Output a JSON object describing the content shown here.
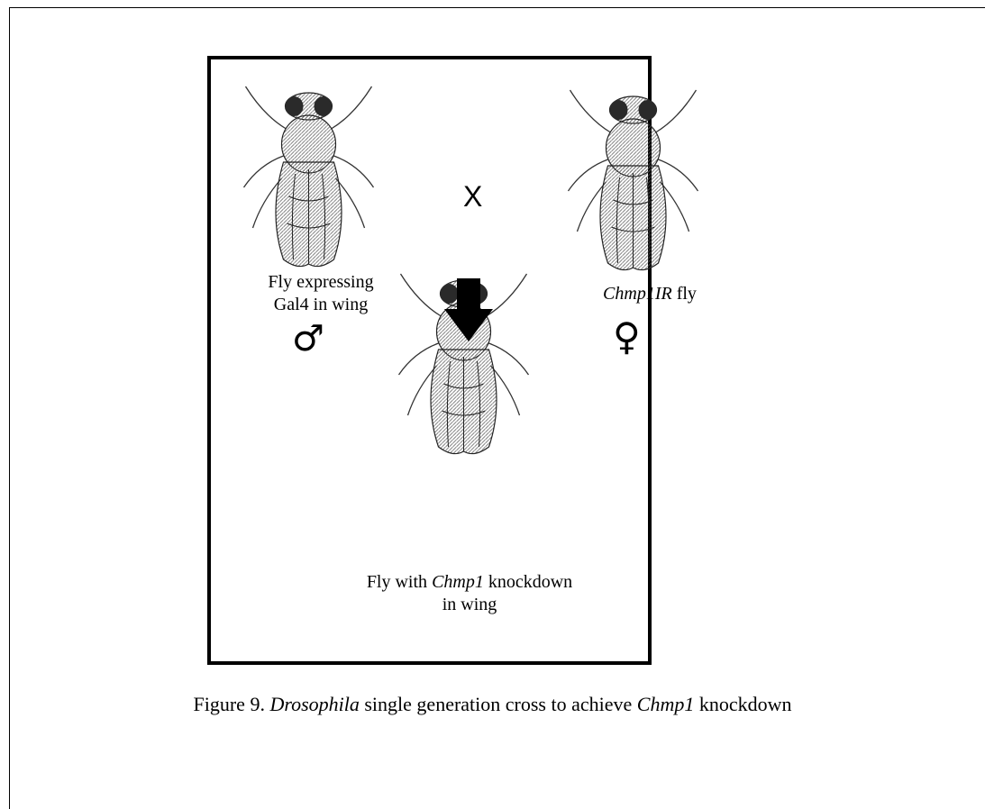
{
  "left_label": [
    "Fly expressing",
    "Gal4 in wing"
  ],
  "right_label": {
    "gene": "Chmp1IR",
    "rest": " fly"
  },
  "cross_symbol": "X",
  "bottom_label": {
    "line1_pre": "Fly with ",
    "line1_gene": "Chmp1",
    "line1_post": " knockdown",
    "line2": "in wing"
  },
  "male_symbol": "♂",
  "female_symbol": "♀",
  "caption": {
    "p1": "Figure 9. ",
    "p2": "Drosophila",
    "p3": " single generation cross to achieve ",
    "p4": "Chmp1",
    "p5": " knockdown"
  }
}
